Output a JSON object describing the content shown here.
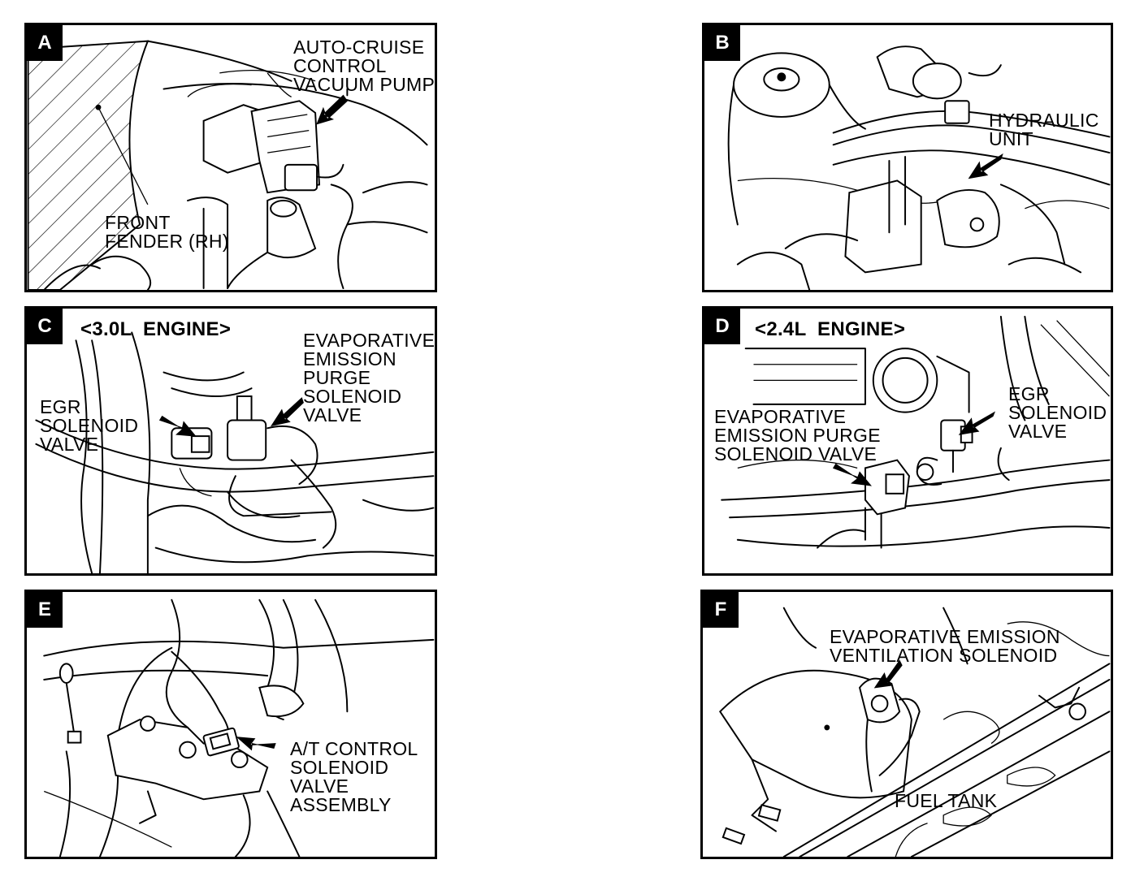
{
  "panels": {
    "A": {
      "letter": "A",
      "labels": {
        "pump": "AUTO-CRUISE\nCONTROL\nVACUUM PUMP",
        "fender": "FRONT\nFENDER (RH)"
      }
    },
    "B": {
      "letter": "B",
      "labels": {
        "hydraulic": "HYDRAULIC\nUNIT"
      }
    },
    "C": {
      "letter": "C",
      "labels": {
        "engine": "<3.0L  ENGINE>",
        "purge": "EVAPORATIVE\nEMISSION\nPURGE\nSOLENOID\nVALVE",
        "egr": "EGR\nSOLENOID\nVALVE"
      }
    },
    "D": {
      "letter": "D",
      "labels": {
        "engine": "<2.4L  ENGINE>",
        "purge": "EVAPORATIVE\nEMISSION PURGE\nSOLENOID VALVE",
        "egr": "EGR\nSOLENOID\nVALVE"
      }
    },
    "E": {
      "letter": "E",
      "labels": {
        "at": "A/T CONTROL\nSOLENOID\nVALVE\nASSEMBLY"
      }
    },
    "F": {
      "letter": "F",
      "labels": {
        "vent": "EVAPORATIVE EMISSION\nVENTILATION SOLENOID",
        "tank": "FUEL TANK"
      }
    }
  }
}
